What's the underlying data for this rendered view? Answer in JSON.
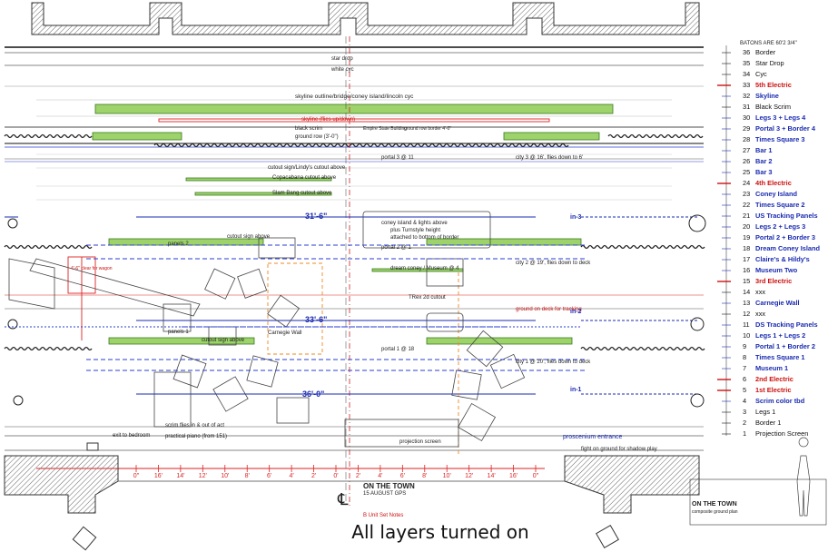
{
  "caption": "All layers turned on",
  "top_labels": {
    "star_drop": "star drop",
    "white_cyc": "white cyc",
    "skyline_outline": "skyline outline/bridge/coney island/lincoln cyc",
    "skyline_flies": "skyline (flies up/down)",
    "black_scrim": "black scrim",
    "ground_row": "ground row (3'-0\")",
    "empire": "Empire State Building",
    "ground_row_2": "ground row border 4'-0\"",
    "portal3": "portal 3 @ 11",
    "cutout_sign": "cutout sign/Lindy's cutout above",
    "copacabana": "Copacabana cutout above",
    "slam_bang": "Slam Bang cutout above",
    "city3": "city 3 @ 16', flies down to 6'",
    "coney_above": "coney island & lights above",
    "coney_turnstyle": "plus Turnstyle height",
    "attached_border": "attached to bottom of border",
    "panels2": "panels 2",
    "cutout_sign_above": "cutout sign above",
    "portal2": "portal 2 @ 1",
    "dream_coney": "dream coney / Museum @ 4",
    "city2": "city 2 @ 19', flies down to deck",
    "trex": "TRex 2d cutout",
    "ground_deck": "ground on deck for tracking",
    "carnegie_wall": "Carnegie Wall",
    "panels1": "panels 1",
    "cutout_sign_1": "cutout sign above",
    "portal1": "portal 1 @ 18",
    "city1": "city 1 @ 20', flies down to deck",
    "practical_piano": "practical piano (from 151)",
    "exit_bedroom": "exit to bedroom",
    "scrim_flies": "scrim flies in & out of act",
    "prosc_entrance": "proscenium entrance",
    "projection_screen": "projection screen",
    "fight_ground": "fight on ground for shadow play",
    "dim_31": "31'-6\"",
    "dim_33": "33'-6\"",
    "dim_36": "36'-0\"",
    "in3": "in-3",
    "in2": "in-2",
    "in1": "in-1",
    "clear_wagon": "4'-6\" clear for wagon"
  },
  "ruler_ticks": [
    "0\"",
    "16'",
    "14'",
    "12'",
    "10'",
    "8'",
    "6'",
    "4'",
    "2'",
    "0'",
    "2'",
    "4'",
    "6'",
    "8'",
    "10'",
    "12'",
    "14'",
    "16'",
    "0\""
  ],
  "title_block": {
    "title": "ON THE TOWN",
    "date": "15 AUGUST GPS",
    "note": "B Unit Set Notes",
    "right_title": "ON THE TOWN",
    "right_sub": "composite ground plan"
  },
  "baton_header": "BATONS ARE 60'2 3/4\"",
  "batons": [
    {
      "num": "36",
      "label": "Border",
      "color": "#111111"
    },
    {
      "num": "35",
      "label": "Star Drop",
      "color": "#111111"
    },
    {
      "num": "34",
      "label": "Cyc",
      "color": "#111111"
    },
    {
      "num": "33",
      "label": "5th Electric",
      "color": "#cc1111"
    },
    {
      "num": "32",
      "label": "Skyline",
      "color": "#1a2bb0"
    },
    {
      "num": "31",
      "label": "Black Scrim",
      "color": "#111111"
    },
    {
      "num": "30",
      "label": "Legs 3 + Legs 4",
      "color": "#1a2bb0"
    },
    {
      "num": "29",
      "label": "Portal 3 + Border 4",
      "color": "#1a2bb0"
    },
    {
      "num": "28",
      "label": "Times Square 3",
      "color": "#1a2bb0"
    },
    {
      "num": "27",
      "label": "Bar 1",
      "color": "#1a2bb0"
    },
    {
      "num": "26",
      "label": "Bar 2",
      "color": "#1a2bb0"
    },
    {
      "num": "25",
      "label": "Bar 3",
      "color": "#1a2bb0"
    },
    {
      "num": "24",
      "label": "4th Electric",
      "color": "#cc1111"
    },
    {
      "num": "23",
      "label": "Coney Island",
      "color": "#1a2bb0"
    },
    {
      "num": "22",
      "label": "Times Square 2",
      "color": "#1a2bb0"
    },
    {
      "num": "21",
      "label": "US Tracking Panels",
      "color": "#1a2bb0"
    },
    {
      "num": "20",
      "label": "Legs 2 + Legs 3",
      "color": "#1a2bb0"
    },
    {
      "num": "19",
      "label": "Portal 2 + Border 3",
      "color": "#1a2bb0"
    },
    {
      "num": "18",
      "label": "Dream Coney Island",
      "color": "#1a2bb0"
    },
    {
      "num": "17",
      "label": "Claire's & Hildy's",
      "color": "#1a2bb0"
    },
    {
      "num": "16",
      "label": "Museum Two",
      "color": "#1a2bb0"
    },
    {
      "num": "15",
      "label": "3rd Electric",
      "color": "#cc1111"
    },
    {
      "num": "14",
      "label": "xxx",
      "color": "#111111"
    },
    {
      "num": "13",
      "label": "Carnegie Wall",
      "color": "#1a2bb0"
    },
    {
      "num": "12",
      "label": "xxx",
      "color": "#111111"
    },
    {
      "num": "11",
      "label": "DS Tracking Panels",
      "color": "#1a2bb0"
    },
    {
      "num": "10",
      "label": "Legs 1 + Legs 2",
      "color": "#1a2bb0"
    },
    {
      "num": "9",
      "label": "Portal 1 + Border 2",
      "color": "#1a2bb0"
    },
    {
      "num": "8",
      "label": "Times Square 1",
      "color": "#1a2bb0"
    },
    {
      "num": "7",
      "label": "Museum 1",
      "color": "#1a2bb0"
    },
    {
      "num": "6",
      "label": "2nd Electric",
      "color": "#cc1111"
    },
    {
      "num": "5",
      "label": "1st Electric",
      "color": "#cc1111"
    },
    {
      "num": "4",
      "label": "Scrim color tbd",
      "color": "#1a2bb0"
    },
    {
      "num": "3",
      "label": "Legs 1",
      "color": "#111111"
    },
    {
      "num": "2",
      "label": "Border 1",
      "color": "#111111"
    },
    {
      "num": "1",
      "label": "Projection Screen",
      "color": "#111111"
    }
  ]
}
